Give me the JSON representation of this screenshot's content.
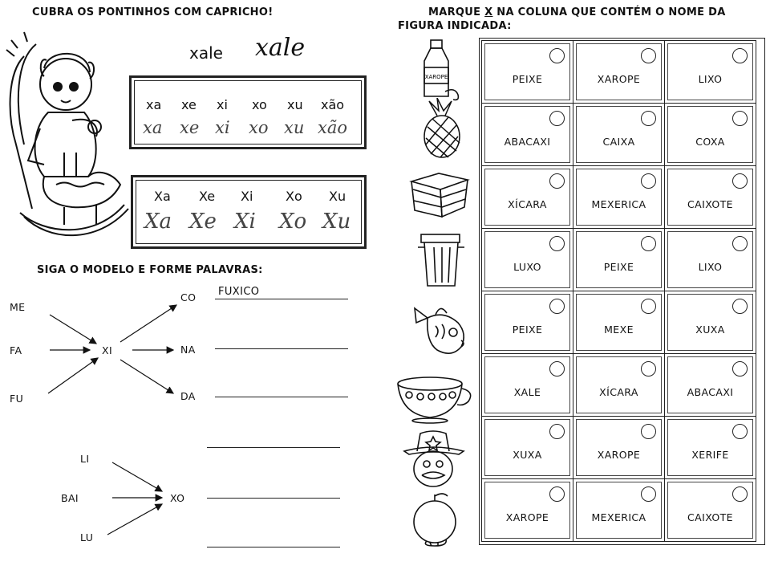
{
  "left": {
    "title": "CUBRA OS PONTINHOS COM CAPRICHO!",
    "word_print": "xale",
    "word_cursive": "xale",
    "box1": {
      "print": [
        "xa",
        "xe",
        "xi",
        "xo",
        "xu",
        "xão"
      ],
      "cursive": [
        "xa",
        "xe",
        "xi",
        "xo",
        "xu",
        "xão"
      ]
    },
    "box2": {
      "print": [
        "Xa",
        "Xe",
        "Xi",
        "Xo",
        "Xu"
      ],
      "cursive": [
        "Xa",
        "Xe",
        "Xi",
        "Xo",
        "Xu"
      ]
    },
    "words_title": "SIGA O MODELO E FORME PALAVRAS:",
    "group1": {
      "left": [
        "ME",
        "FA",
        "FU"
      ],
      "center": "XI",
      "right": [
        "CO",
        "NA",
        "DA"
      ],
      "answers": [
        "FUXICO",
        "",
        ""
      ]
    },
    "group2": {
      "left": [
        "LI",
        "BAI",
        "LU"
      ],
      "center": "XO"
    }
  },
  "right": {
    "title_part1": "MARQUE ",
    "title_x": "X",
    "title_part2": " NA COLUNA QUE CONTÉM O NOME DA",
    "title_line2": "FIGURA INDICADA:",
    "bottle_label": "XAROPE",
    "rows": [
      {
        "icon": "syrup-bottle-icon",
        "options": [
          "PEIXE",
          "XAROPE",
          "LIXO"
        ]
      },
      {
        "icon": "pineapple-icon",
        "options": [
          "ABACAXI",
          "CAIXA",
          "COXA"
        ]
      },
      {
        "icon": "crate-icon",
        "options": [
          "XÍCARA",
          "MEXERICA",
          "CAIXOTE"
        ]
      },
      {
        "icon": "trash-can-icon",
        "options": [
          "LUXO",
          "PEIXE",
          "LIXO"
        ]
      },
      {
        "icon": "fish-icon",
        "options": [
          "PEIXE",
          "MEXE",
          "XUXA"
        ]
      },
      {
        "icon": "teacup-icon",
        "options": [
          "XALE",
          "XÍCARA",
          "ABACAXI"
        ]
      },
      {
        "icon": "sheriff-icon",
        "options": [
          "XUXA",
          "XAROPE",
          "XERIFE"
        ]
      },
      {
        "icon": "tangerine-icon",
        "options": [
          "XAROPE",
          "MEXERICA",
          "CAIXOTE"
        ]
      }
    ]
  }
}
